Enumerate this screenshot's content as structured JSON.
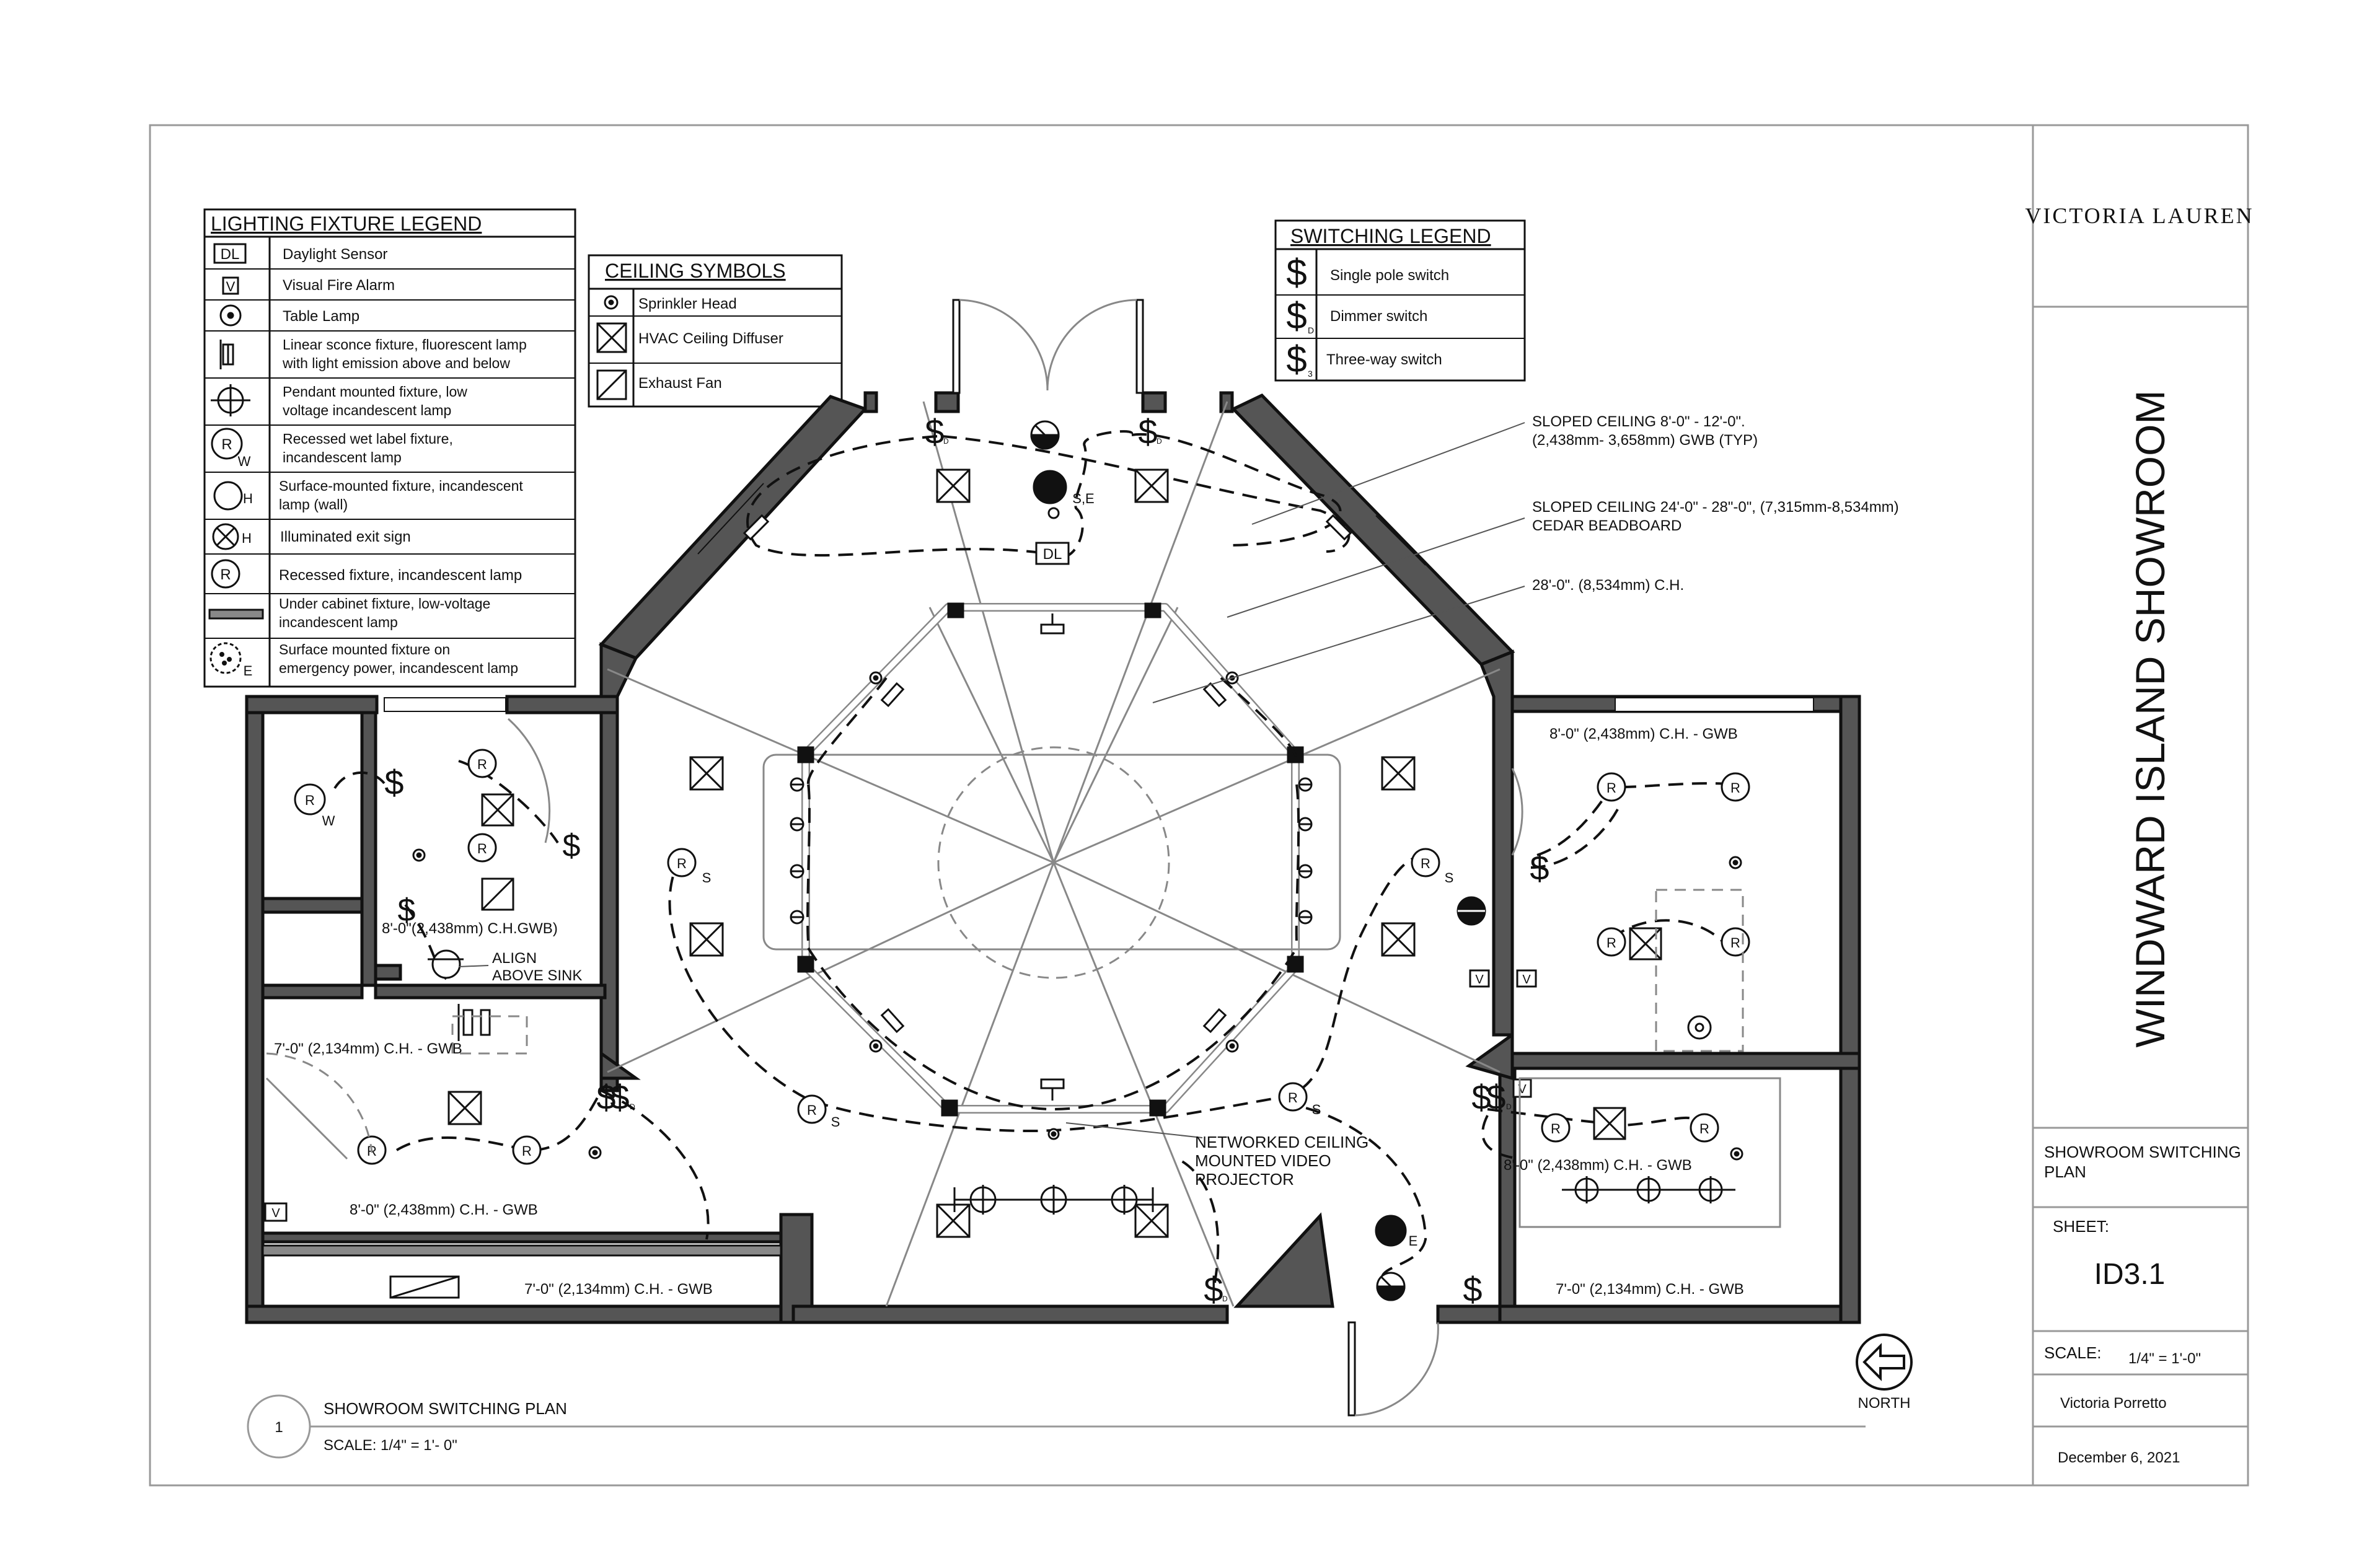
{
  "title_block": {
    "firm": "VICTORIA LAUREN",
    "project": "WINDWARD ISLAND SHOWROOM",
    "sheet_title": "SHOWROOM SWITCHING PLAN",
    "sheet_label": "SHEET:",
    "sheet_number": "ID3.1",
    "scale_label": "SCALE:",
    "scale_value": "1/4\" = 1'-0\"",
    "designer": "Victoria Porretto",
    "date": "December 6, 2021"
  },
  "drawing_title": {
    "number": "1",
    "name": "SHOWROOM SWITCHING PLAN",
    "scale": "SCALE: 1/4\" = 1'- 0\""
  },
  "north_label": "NORTH",
  "lighting_legend": {
    "title": "LIGHTING FIXTURE LEGEND",
    "items": [
      {
        "icon": "daylight-sensor-icon",
        "l1": "Daylight Sensor",
        "l2": ""
      },
      {
        "icon": "visual-fire-alarm-icon",
        "l1": "Visual Fire Alarm",
        "l2": ""
      },
      {
        "icon": "table-lamp-icon",
        "l1": "Table Lamp",
        "l2": ""
      },
      {
        "icon": "linear-sconce-icon",
        "l1": "Linear sconce fixture, fluorescent lamp",
        "l2": "with light emission above and below"
      },
      {
        "icon": "pendant-fixture-icon",
        "l1": "Pendant mounted fixture, low",
        "l2": "voltage incandescent lamp"
      },
      {
        "icon": "recessed-wet-label-icon",
        "l1": "Recessed wet label fixture,",
        "l2": "incandescent lamp"
      },
      {
        "icon": "surface-mounted-wall-icon",
        "l1": "Surface-mounted fixture, incandescent",
        "l2": "lamp (wall)"
      },
      {
        "icon": "exit-sign-icon",
        "l1": "Illuminated exit sign",
        "l2": ""
      },
      {
        "icon": "recessed-fixture-icon",
        "l1": "Recessed fixture, incandescent lamp",
        "l2": ""
      },
      {
        "icon": "under-cabinet-icon",
        "l1": "Under cabinet fixture, low-voltage",
        "l2": "incandescent lamp"
      },
      {
        "icon": "emergency-fixture-icon",
        "l1": "Surface mounted fixture on",
        "l2": "emergency power, incandescent lamp"
      }
    ],
    "glyphs": {
      "dl": "DL",
      "v": "V",
      "r": "R",
      "w": "W",
      "h": "H",
      "e": "E"
    }
  },
  "ceiling_legend": {
    "title": "CEILING SYMBOLS",
    "items": [
      {
        "icon": "sprinkler-head-icon",
        "label": "Sprinkler Head"
      },
      {
        "icon": "hvac-diffuser-icon",
        "label": "HVAC Ceiling Diffuser"
      },
      {
        "icon": "exhaust-fan-icon",
        "label": "Exhaust Fan"
      }
    ]
  },
  "switching_legend": {
    "title": "SWITCHING LEGEND",
    "items": [
      {
        "icon": "single-pole-switch-icon",
        "label": "Single pole switch",
        "sub": ""
      },
      {
        "icon": "dimmer-switch-icon",
        "label": "Dimmer switch",
        "sub": "D"
      },
      {
        "icon": "three-way-switch-icon",
        "label": "Three-way switch",
        "sub": "3"
      }
    ],
    "glyph": "$"
  },
  "callouts": {
    "sloped_1_l1": "SLOPED CEILING 8'-0\" - 12'-0\".",
    "sloped_1_l2": "(2,438mm- 3,658mm) GWB (TYP)",
    "sloped_2_l1": "SLOPED CEILING 24'-0\" - 28\"-0\", (7,315mm-8,534mm)",
    "sloped_2_l2": "CEDAR BEADBOARD",
    "center": "28'-0\". (8,534mm) C.H.",
    "projector_l1": "NETWORKED CEILING",
    "projector_l2": "MOUNTED VIDEO",
    "projector_l3": "PROJECTOR",
    "align_l1": "ALIGN",
    "align_l2": "ABOVE SINK"
  },
  "ceiling_heights": {
    "right_room": "8'-0\"  (2,438mm)  C.H. - GWB",
    "left_room": "8'-0\"(2,438mm) C.H.GWB)",
    "left_mid": "7'-0\"  (2,134mm)  C.H. - GWB",
    "left_lower": "8'-0\"  (2,438mm)  C.H. - GWB",
    "left_bottom": "7'-0\"  (2,134mm)  C.H. - GWB",
    "right_lower": "8'-0\"  (2,438mm)  C.H. - GWB",
    "right_bottom": "7'-0\"  (2,134mm)  C.H. - GWB"
  },
  "fixture_tags": {
    "r": "R",
    "s": "S",
    "w": "W",
    "e": "E",
    "se": "S,E",
    "dl": "DL",
    "v": "V",
    "d": "D",
    "dollar": "$"
  }
}
